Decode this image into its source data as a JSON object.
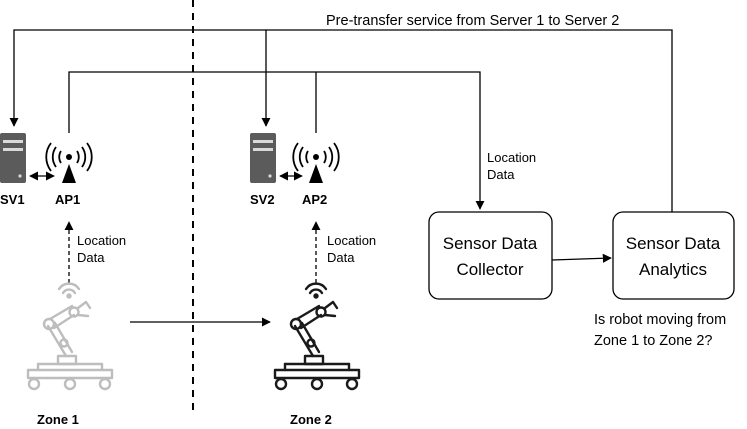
{
  "top_flow_label": "Pre-transfer service from Server 1 to Server 2",
  "zone1": {
    "server_label": "SV1",
    "ap_label": "AP1",
    "uplink_label_line1": "Location",
    "uplink_label_line2": "Data",
    "zone_label": "Zone 1"
  },
  "zone2": {
    "server_label": "SV2",
    "ap_label": "AP2",
    "uplink_label_line1": "Location",
    "uplink_label_line2": "Data",
    "zone_label": "Zone 2"
  },
  "collector_input_label_line1": "Location",
  "collector_input_label_line2": "Data",
  "collector": {
    "line1": "Sensor Data",
    "line2": "Collector"
  },
  "analytics": {
    "line1": "Sensor Data",
    "line2": "Analytics"
  },
  "question": {
    "line1": "Is robot moving from",
    "line2": "Zone 1 to Zone 2?"
  },
  "colors": {
    "line": "#000000",
    "robot_faded": "#bdbdbd",
    "server": "#5b5b5b"
  }
}
